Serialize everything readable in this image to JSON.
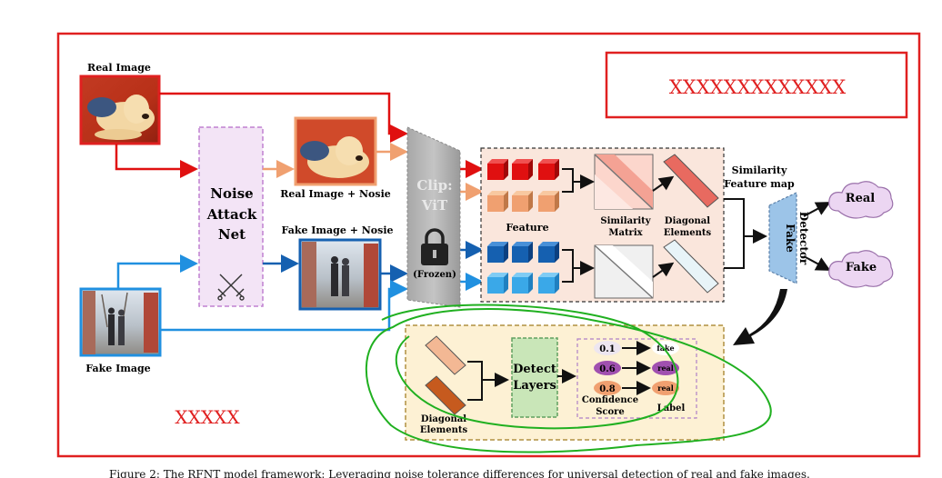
{
  "labels": {
    "real_image": "Real Image",
    "fake_image": "Fake Image",
    "real_image_noise": "Real Image + Nosie",
    "fake_image_noise": "Fake Image + Nosie",
    "noise_attack_net": [
      "Noise",
      "Attack",
      "Net"
    ],
    "clip": [
      "Clip:",
      "ViT"
    ],
    "frozen": "(Frozen)",
    "feature": "Feature",
    "similarity_matrix": [
      "Similarity",
      "Matrix"
    ],
    "diagonal_elements": [
      "Diagonal",
      "Elements"
    ],
    "similarity_feature_map": [
      "Similarity",
      "Feature map"
    ],
    "fake_detector": [
      "Fake",
      "Detector"
    ],
    "output_real": "Real",
    "output_fake": "Fake",
    "detect_layers": [
      "Detect",
      "Layers"
    ],
    "diagonal_elements_bottom": [
      "Diagonal",
      "Elements"
    ],
    "confidence_score": [
      "Confidence",
      "Score"
    ],
    "label": "Label",
    "redacted_top": "XXXXXXXXXXXXX",
    "redacted_bottom": "XXXXX",
    "caption": "Figure 2: The RFNT model framework: Leveraging noise tolerance differences for universal detection of real and fake images."
  },
  "scores": [
    {
      "value": "0.1",
      "label": "fake"
    },
    {
      "value": "0.6",
      "label": "real"
    },
    {
      "value": "0.8",
      "label": "real"
    }
  ],
  "colors": {
    "red_frame": "#e02020",
    "real_path": "#e01010",
    "noise_path": "#f0a070",
    "fake_path": "#2090e0",
    "fake_path_dark": "#1560b0",
    "noise_box_fill": "#f3e4f6",
    "noise_box_stroke": "#c080d0",
    "feature_panel_fill": "#fae6dc",
    "bottom_panel_fill": "#fdf1d4",
    "bottom_panel_stroke": "#b09040",
    "detect_fill": "#c9e6b8",
    "detect_stroke": "#60a060",
    "detector_fill": "#9cc4e8",
    "cloud_fill": "#ecd6f2",
    "green_scribble": "#20b020",
    "redacted_text": "#e02020"
  }
}
